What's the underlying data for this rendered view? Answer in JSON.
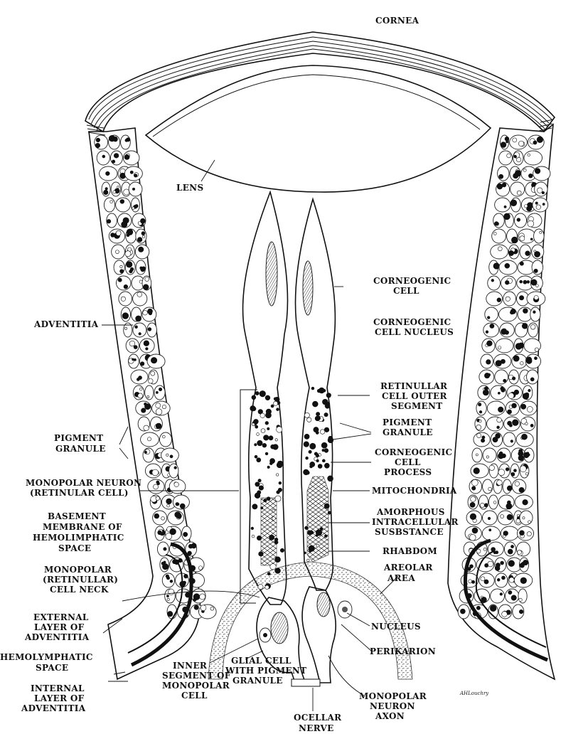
{
  "diagram": {
    "labels": {
      "cornea": "CORNEA",
      "lens": "LENS",
      "adventitia": "ADVENTITIA",
      "pigment_granule_left": [
        "PIGMENT",
        "GRANULE"
      ],
      "monopolar_neuron": [
        "MONOPOLAR NEURON",
        "(RETINULAR CELL)"
      ],
      "basement_membrane": [
        "BASEMENT",
        "MEMBRANE OF",
        "HEMOLIMPHATIC",
        "SPACE"
      ],
      "cell_neck": [
        "MONOPOLAR",
        "(RETINULLAR)",
        "CELL NECK"
      ],
      "external_layer": [
        "EXTERNAL",
        "LAYER OF",
        "ADVENTITIA"
      ],
      "hemolymphatic_space": [
        "HEMOLYMPHATIC",
        "SPACE"
      ],
      "internal_layer": [
        "INTERNAL",
        "LAYER OF",
        "ADVENTITIA"
      ],
      "inner_segment": [
        "INNER",
        "SEGMENT OF",
        "MONOPOLAR",
        "CELL"
      ],
      "glial_cell": [
        "GLIAL CELL",
        "WITH PIGMENT",
        "GRANULE"
      ],
      "ocellar_nerve": [
        "OCELLAR",
        "NERVE"
      ],
      "monopolar_axon": [
        "MONOPOLAR",
        "NEURON",
        "AXON"
      ],
      "corneogenic_cell": [
        "CORNEOGENIC",
        "CELL"
      ],
      "corneogenic_nucleus": [
        "CORNEOGENIC",
        "CELL NUCLEUS"
      ],
      "retinullar_outer": [
        "RETINULLAR",
        "CELL OUTER",
        "SEGMENT"
      ],
      "pigment_granule_right": [
        "PIGMENT",
        "GRANULE"
      ],
      "corneogenic_process": [
        "CORNEOGENIC",
        "CELL",
        "PROCESS"
      ],
      "mitochondria": "MITOCHONDRIA",
      "amorphous": [
        "AMORPHOUS",
        "INTRACELLULAR",
        "SUSBSTANCE"
      ],
      "rhabdom": "RHABDOM",
      "areolar_area": [
        "AREOLAR",
        "AREA"
      ],
      "nucleus": "NUCLEUS",
      "perikarion": "PERIKARION"
    },
    "signature": "AHLouchry"
  }
}
